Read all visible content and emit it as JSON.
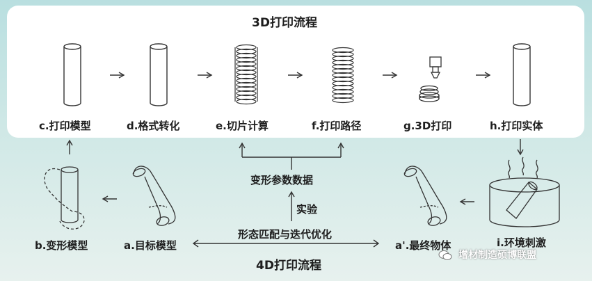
{
  "diagram": {
    "title_3d": "3D打印流程",
    "title_4d": "4D打印流程",
    "steps_3d": [
      "c.打印模型",
      "d.格式转化",
      "e.切片计算",
      "f.打印路径",
      "g.3D打印",
      "h.打印实体"
    ],
    "deform_params": "变形参数数据",
    "experiment": "实验",
    "shape_match": "形态匹配与迭代优化",
    "b_label": "b.变形模型",
    "a_label": "a.目标模型",
    "a_prime_label": "a'.最终物体",
    "i_label": "i.环境刺激"
  },
  "watermark": {
    "text": "增材制造硕博联盟",
    "icon": "wechat-icon"
  }
}
